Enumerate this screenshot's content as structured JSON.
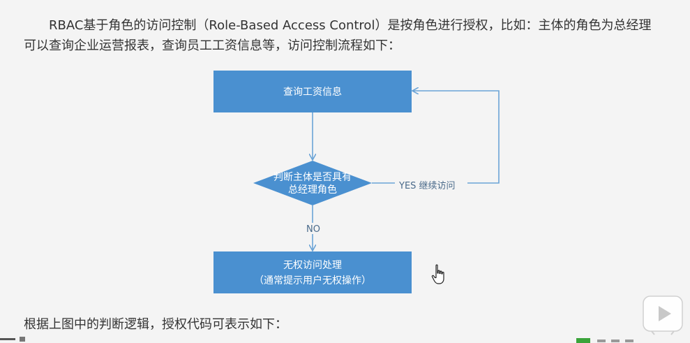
{
  "intro": {
    "line1": "RBAC基于角色的访问控制（Role-Based Access Control）是按角色进行授权，比如：主体的角色为总经理",
    "line2": "可以查询企业运营报表，查询员工工资信息等，访问控制流程如下："
  },
  "flow": {
    "start_box_line1": "查询工资信息",
    "decision_line1": "判断主体是否具有",
    "decision_line2": "总经理角色",
    "end_box_line1": "无权访问处理",
    "end_box_line2": "（通常提示用户无权操作）",
    "yes_label": "YES 继续访问",
    "no_label": "NO"
  },
  "outro": {
    "line": "根据上图中的判断逻辑，授权代码可表示如下："
  },
  "colors": {
    "box_fill": "#4a90d0",
    "diamond_fill": "#4a90d0",
    "arrow": "#6aa3d6"
  },
  "icons": {
    "cursor": "hand-pointer-icon",
    "watermark": "play-icon"
  }
}
